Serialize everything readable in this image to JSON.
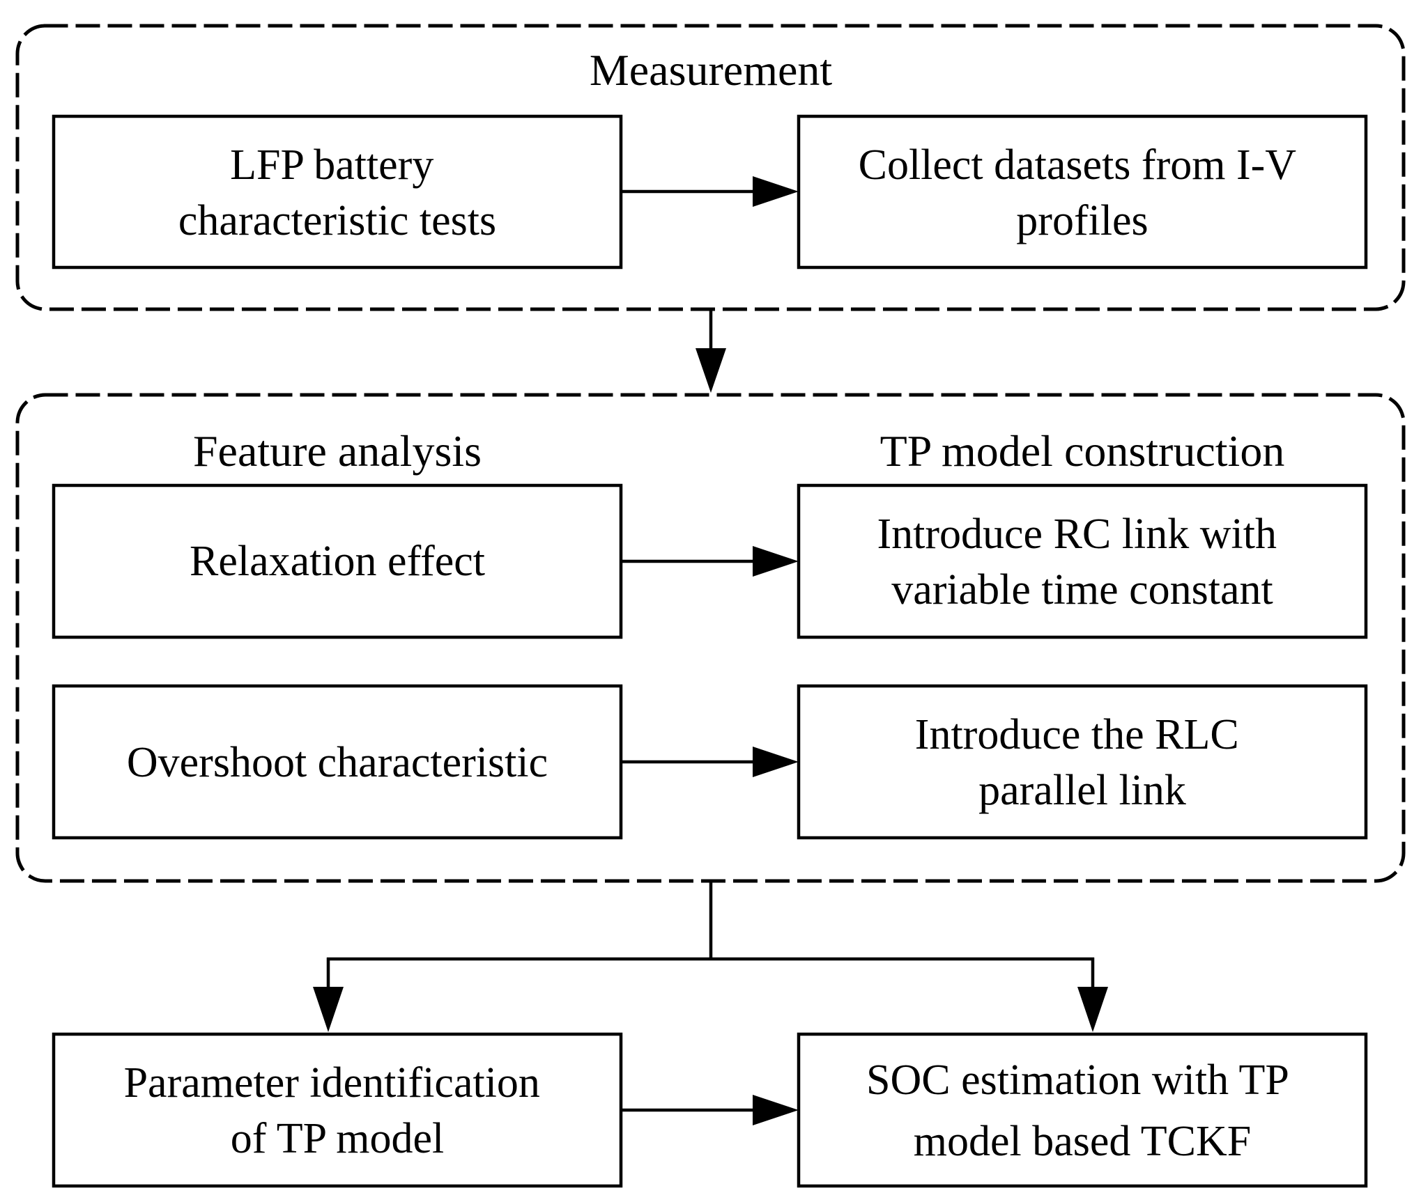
{
  "groups": {
    "measurement": {
      "title": "Measurement"
    },
    "model": {
      "feature_label": "Feature analysis",
      "construction_label": "TP model construction"
    }
  },
  "boxes": {
    "lfp_tests": {
      "lines": [
        "LFP battery",
        "characteristic tests"
      ]
    },
    "collect_datasets": {
      "lines": [
        "Collect datasets from I-V",
        "profiles"
      ]
    },
    "relaxation": {
      "lines": [
        "Relaxation effect"
      ]
    },
    "rc_link": {
      "lines": [
        "Introduce RC link with",
        "variable time constant"
      ]
    },
    "overshoot": {
      "lines": [
        "Overshoot characteristic"
      ]
    },
    "rlc_link": {
      "lines": [
        "Introduce the RLC",
        "parallel link"
      ]
    },
    "param_id": {
      "lines": [
        "Parameter identification",
        "of TP model"
      ]
    },
    "soc_estimation": {
      "lines": [
        "SOC estimation with TP",
        "model based TCKF"
      ]
    }
  }
}
